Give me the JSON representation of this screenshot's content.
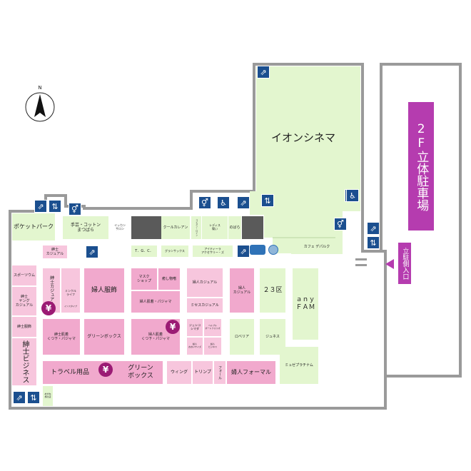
{
  "north": "N",
  "parking": {
    "title": "2F立体駐車場",
    "entrance": "立駐側入口"
  },
  "cinema": "イオンシネマ",
  "stores": {
    "pocket_park": "ポケットパーク",
    "teshi": "手芸・コットン\nまつばら",
    "ikkan": "イッカン\nサロン",
    "cool_karen": "クールカレアン",
    "mini_a": "コイオン・ロイン",
    "ladies": "レディス\n喫い",
    "nobara": "のばら",
    "cafe": "カフェ デパルク",
    "tgc": "T．G．C．",
    "gurasakkusu": "グランサックス",
    "aitiru": "アイティーラ\nアクセサリー・ズ",
    "mens_casual_small": "紳士\nカジュアル",
    "sports": "スポーツウム",
    "mens_young": "紳士\nヤング\nカジュアル",
    "mens_wear": "紳士服飾",
    "mens_business": "紳士ビジネス",
    "megane": "めがね\n旅の店",
    "mens_casual_tall": "紳士カジュアル",
    "mikiko": "ミンクル\nライフ",
    "insutaipu": "インスタイプ",
    "ladies_fashion": "婦人服飾",
    "mask_shop": "マスク\nショップ",
    "iyashi": "癒し物嗜",
    "ladies_underwear": "婦人肌着・パジャマ",
    "ladies_casual_a": "婦人カジュアル",
    "misesu_casual": "ミセスカジュアル",
    "ladies_casual_b": "婦人\nカジュアル",
    "n23ku": "２３区",
    "anyfam": "ａｎｙ\nＦＡＭ",
    "mens_underwear": "紳士肌着\nくつ下・パジャマ",
    "green_box_small": "グリーンボックス",
    "ladies_socks": "婦人肌着\nくつ下・パジャマ",
    "jessie": "ジェシコ\nシマダ",
    "helpful": "ヘルプル\nポートフォリオ",
    "ladies_big": "婦人\nおおいサイズ",
    "ladies_big2": "婦人\nビジネス",
    "rovelia": "ロベリア",
    "junesu": "ジュネス",
    "travel": "トラベル用品",
    "green_box": "グリーン\nボックス",
    "wing": "ウィング",
    "triumph": "トリンプ",
    "folle": "フォール",
    "ladies_formal": "婦人フォーマル",
    "mise_platinum": "ミュゼプラチナム"
  },
  "icons": {
    "escalator": "escalator-icon",
    "elevator": "elevator-icon",
    "restroom": "restroom-icon",
    "accessible": "accessible-restroom-icon",
    "yen": "¥"
  },
  "colors": {
    "corridor": "#ffffff",
    "wall": "#9a9a9a",
    "green": "#e3f6cf",
    "green_dark": "#cbeeaa",
    "pink": "#f7c6dd",
    "pink_dark": "#f1a9cd",
    "purple": "#b53caf",
    "gray": "#5a5a5a",
    "icon_blue": "#1b4f8f"
  }
}
